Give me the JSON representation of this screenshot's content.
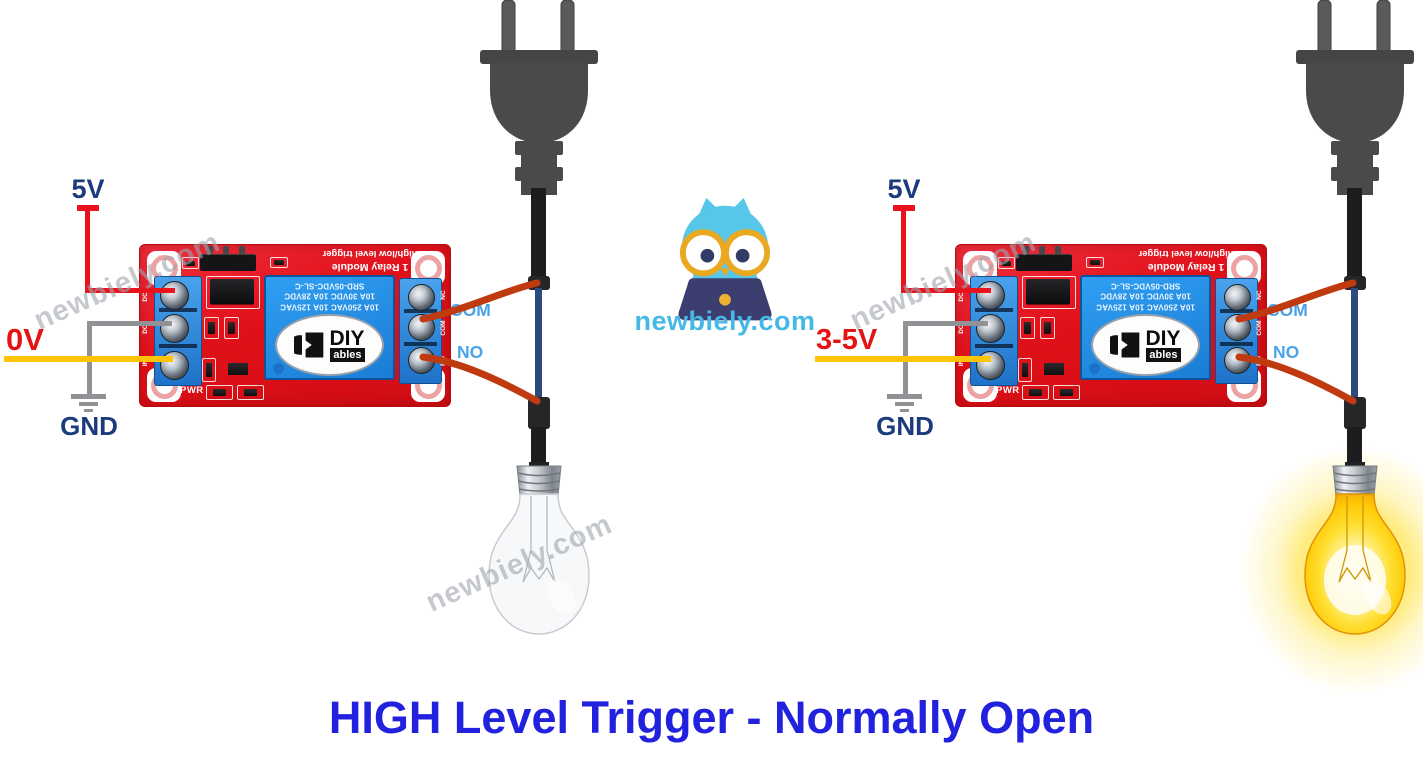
{
  "title": {
    "text": "HIGH Level Trigger - Normally Open"
  },
  "brand": {
    "logo_text": "newbiely.com",
    "watermark_text": "newbiely.com"
  },
  "circuits": {
    "left": {
      "supply_label": "5V",
      "input_label": "0V",
      "ground_label": "GND",
      "com_label": "COM",
      "no_label": "NO",
      "bulb_state": "off"
    },
    "right": {
      "supply_label": "5V",
      "input_label": "3-5V",
      "ground_label": "GND",
      "com_label": "COM",
      "no_label": "NO",
      "bulb_state": "on"
    }
  },
  "relay_module": {
    "silkscreen_lines": [
      "1 Relay Module",
      "high/low level trigger"
    ],
    "relay_text_lines": [
      "SRD-05VDC-SL-C",
      "10A 30VDC 10A 28VDC",
      "10A 250VAC 10A 125VAC"
    ],
    "logo_top": "DIY",
    "logo_bottom": "ables",
    "pwr_label": "PWR",
    "left_terminals": [
      "DC+",
      "DC-",
      "IN"
    ],
    "right_terminals": [
      "NC",
      "COM",
      "NO"
    ]
  },
  "colors": {
    "title_blue": "#2222de",
    "label_navy": "#1b3b7e",
    "label_red": "#e41414",
    "com_no_blue": "#4aa2e8",
    "logo_blue": "#45b8e5",
    "pcb_red": "#e01019",
    "terminal_blue": "#2e8fe0",
    "relay_blue": "#2194ea",
    "wire_red": "#e8131c",
    "wire_yellow": "#ffc40a",
    "wire_gray": "#909296",
    "hookup_wire_brown": "#c03a10",
    "cord_black": "#1d1d1f",
    "cord_navy": "#2c4a7c",
    "plug_gray": "#4a4a4c",
    "bulb_on_yellow": "#ffd71e"
  }
}
